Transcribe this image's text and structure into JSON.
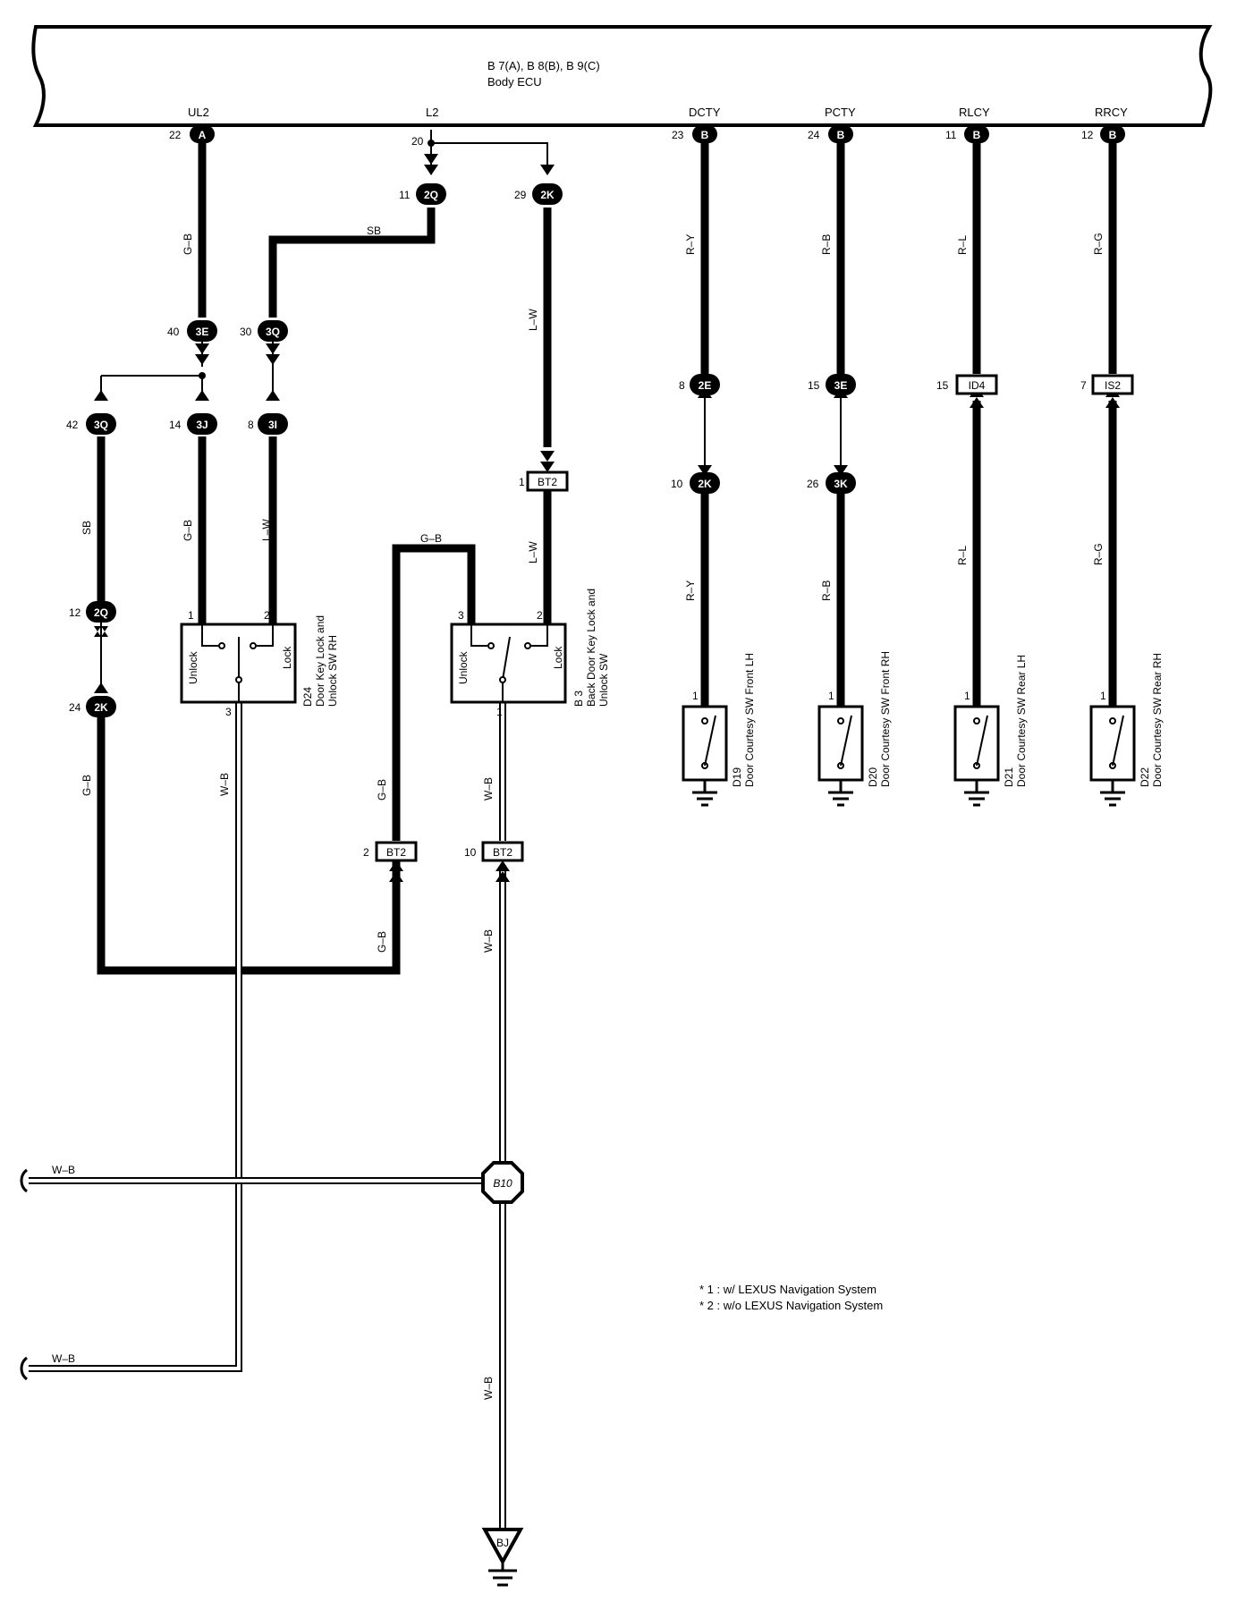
{
  "ecu": {
    "connectors": "B 7(A), B 8(B), B 9(C)",
    "name": "Body ECU",
    "terminals": {
      "ul2": "UL2",
      "l2": "L2",
      "dcty": "DCTY",
      "pcty": "PCTY",
      "rlcy": "RLCY",
      "rrcy": "RRCY"
    }
  },
  "pins": {
    "p22": "22",
    "p20": "20",
    "p23": "23",
    "p24": "24",
    "p11": "11",
    "p12": "12",
    "p40": "40",
    "p30": "30",
    "p42": "42",
    "p14": "14",
    "p8": "8",
    "p11b": "11",
    "p29": "29",
    "p1": "1",
    "p8b": "8",
    "p15": "15",
    "p15b": "15",
    "p7": "7",
    "p10": "10",
    "p26": "26",
    "p12b": "12",
    "p24b": "24",
    "p2": "2",
    "p10b": "10"
  },
  "connectors": {
    "A": "A",
    "B": "B",
    "c3E": "3E",
    "c3Q": "3Q",
    "c3J": "3J",
    "c3I": "3I",
    "c2Q": "2Q",
    "c2K": "2K",
    "c2E": "2E",
    "c3K": "3K",
    "BT2": "BT2",
    "ID4": "ID4",
    "IS2": "IS2",
    "B10": "B10",
    "BJ": "BJ"
  },
  "wires": {
    "gb": "G–B",
    "sb": "SB",
    "lw": "L–W",
    "wb": "W–B",
    "ry": "R–Y",
    "rb": "R–B",
    "rl": "R–L",
    "rg": "R–G"
  },
  "switches": {
    "d24": {
      "id": "D24",
      "name1": "Door Key Lock and",
      "name2": "Unlock SW RH",
      "unlock": "Unlock",
      "lock": "Lock",
      "t1": "1",
      "t2": "2",
      "t3": "3"
    },
    "b3": {
      "id": "B 3",
      "name1": "Back Door Key Lock and",
      "name2": "Unlock SW",
      "unlock": "Unlock",
      "lock": "Lock",
      "t3": "3",
      "t2": "2",
      "t1": "1"
    },
    "d19": {
      "id": "D19",
      "name": "Door Courtesy SW Front LH",
      "t": "1"
    },
    "d20": {
      "id": "D20",
      "name": "Door Courtesy SW Front RH",
      "t": "1"
    },
    "d21": {
      "id": "D21",
      "name": "Door Courtesy SW Rear LH",
      "t": "1"
    },
    "d22": {
      "id": "D22",
      "name": "Door Courtesy SW Rear RH",
      "t": "1"
    }
  },
  "notes": {
    "n1": "* 1 : w/ LEXUS Navigation System",
    "n2": "* 2 : w/o LEXUS Navigation System"
  }
}
